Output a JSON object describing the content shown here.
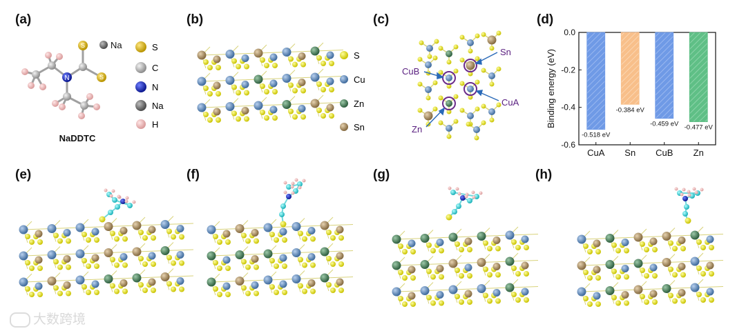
{
  "panels": {
    "a": "(a)",
    "b": "(b)",
    "c": "(c)",
    "d": "(d)",
    "e": "(e)",
    "f": "(f)",
    "g": "(g)",
    "h": "(h)"
  },
  "molecule": {
    "name": "NaDDTC",
    "atom_labels": {
      "s1": "S",
      "s2": "S",
      "n": "N",
      "na": "Na"
    },
    "legend": [
      {
        "label": "S",
        "color": "#e0b800"
      },
      {
        "label": "C",
        "color": "#bdbdbd"
      },
      {
        "label": "N",
        "color": "#1f2fd6"
      },
      {
        "label": "Na",
        "color": "#7a7a7a"
      },
      {
        "label": "H",
        "color": "#f1c3c3"
      }
    ]
  },
  "crystal_legend": [
    {
      "label": "S",
      "color": "#e6e020"
    },
    {
      "label": "Cu",
      "color": "#5a86b8"
    },
    {
      "label": "Zn",
      "color": "#3f7a52"
    },
    {
      "label": "Sn",
      "color": "#a88a60"
    }
  ],
  "surface_labels": {
    "sn": "Sn",
    "cub": "CuB",
    "cua": "CuA",
    "zn": "Zn"
  },
  "chart_data": {
    "type": "bar",
    "categories": [
      "CuA",
      "Sn",
      "CuB",
      "Zn"
    ],
    "values": [
      -0.518,
      -0.384,
      -0.459,
      -0.477
    ],
    "value_labels": [
      "-0.518 eV",
      "-0.384 eV",
      "-0.459 eV",
      "-0.477 eV"
    ],
    "colors": [
      "#6f9ae6",
      "#f8bf8a",
      "#6f9ae6",
      "#5fbf86"
    ],
    "ylabel": "Binding energy (eV)",
    "ylim": [
      -0.6,
      0.0
    ],
    "yticks": [
      "0.0",
      "-0.2",
      "-0.4",
      "-0.6"
    ],
    "grid": false
  },
  "watermark": "大数跨境"
}
